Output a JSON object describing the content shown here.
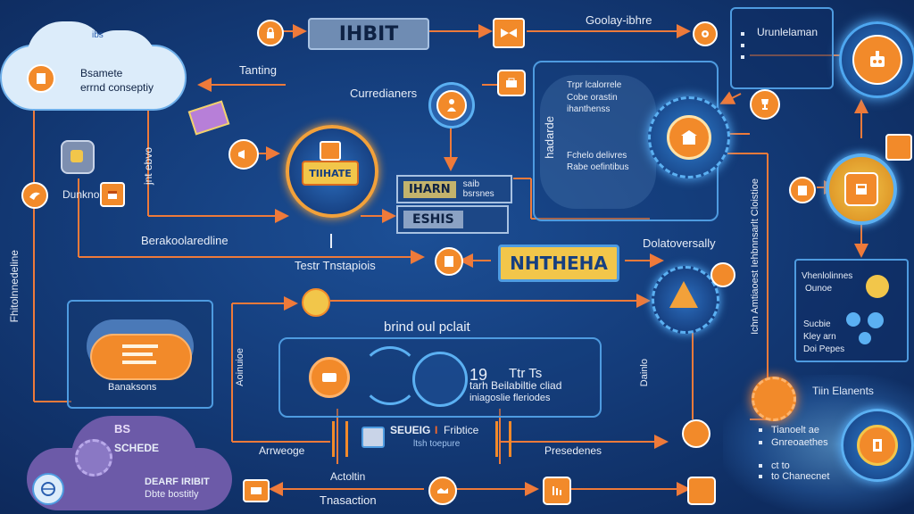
{
  "top": {
    "banner_title": "IHBIT",
    "label_right": "Goolay-ibhre",
    "label_top_right": "Urunlelaman"
  },
  "left": {
    "cloud_line1": "Bsamete",
    "cloud_line2": "errnd conseptiy",
    "cloud_tag": "ibs",
    "label_tenting": "Tanting",
    "label_dunkno": "Dunkno",
    "label_vertical_mid": "jnt ebvo",
    "label_vertical_edge": "Fhitolnnedeline",
    "cloud2_label": "Banaksons",
    "label_breakdown": "Berakoolaredline"
  },
  "center": {
    "label_customers": "Curredianers",
    "hub_label": "TIIHATE",
    "box1_title": "IHARN",
    "box1_sub": "saib bsrsnes",
    "box2_title": "ESHIS",
    "label_test": "Testr Tnstapiois",
    "banner_mid": "NHTHEHA",
    "label_brand": "brind oul pclait",
    "label_dulatov": "Dolatoversally"
  },
  "panel_center": {
    "stat_a": "19",
    "stat_b": "Ttr Ts",
    "line1": "tarh Beilabiltie cliad",
    "line2": "iniagoslie fleriodes"
  },
  "panel_right": {
    "vertical_label": "hadarde",
    "lines": [
      "Trpr lcalorrele",
      "Cobe orastin",
      "ihanthenss",
      "Fchelo delivres",
      "Rabe oefintibus"
    ]
  },
  "right": {
    "vertical_label": "Ichn Amtiaoest Iehbnnsarlt Cloistioe",
    "card_lines": [
      "Vhenlolinnes",
      "Ounoe"
    ],
    "card_lines2": [
      "Sucbie",
      "Kley arn",
      "Doi Pepes"
    ],
    "label_bottom_right": "Tiin Elanents",
    "box_lines": [
      "Tianoelt ae",
      "Gnreoaethes",
      "ct to",
      "to Chanecnet"
    ]
  },
  "bottom": {
    "label_anoidue": "Aoinuioe",
    "label_arrweoge": "Arrweoge",
    "label_presedenes": "Presedenes",
    "label_dainlo": "Dainlo",
    "label_activation": "Actoltin",
    "label_transaction": "Tnasaction",
    "purple_title": "BS",
    "purple_sub": "SCHEDE",
    "purple_line1": "DEARF IRIBIT",
    "purple_line2": "Dbte bostitly",
    "mid_title": "SEUEIG",
    "mid_mark": "I",
    "mid_word": "Fribtice",
    "mid_sub": "ltsh toepure"
  },
  "colors": {
    "wire": "#ee7a3a",
    "accent": "#f28a2a",
    "panel_border": "#4e9be0",
    "banner_yellow": "#f2c64a",
    "background_dark": "#0c2656"
  }
}
